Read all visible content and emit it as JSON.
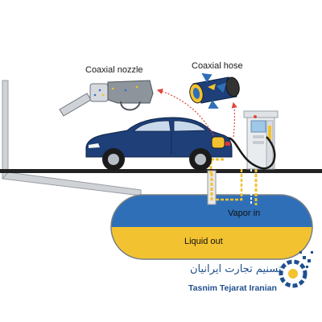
{
  "labels": {
    "coaxial_nozzle": "Coaxial nozzle",
    "coaxial_hose": "Coaxial hose",
    "vapor_in": "Vapor in",
    "liquid_out": "Liquid out"
  },
  "brand": {
    "name_fa": "تسنیم تجارت ایرانیان",
    "name_en": "Tasnim Tejarat Iranian"
  },
  "colors": {
    "car_body": "#1e3f78",
    "vapor_zone": "#2f6fb8",
    "liquid_zone": "#f2c230",
    "arrow_red": "#e0453a",
    "brand_blue": "#1f4f8e"
  }
}
